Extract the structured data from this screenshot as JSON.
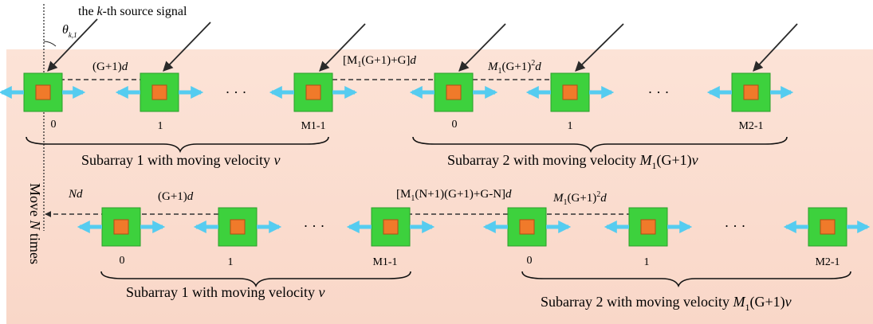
{
  "source_label": {
    "pre": "the ",
    "k": "k",
    "post": "-th source signal"
  },
  "theta": {
    "sym": "θ",
    "sub": "k,1"
  },
  "move": {
    "pre": "Move ",
    "n": "N",
    "post": " times"
  },
  "row1": {
    "labels": {
      "e0": "0",
      "e1": "1",
      "e2": "M1-1",
      "e3": "0",
      "e4": "1",
      "e5": "M2-1"
    },
    "spacing": {
      "s1": {
        "a": "(G+1)",
        "b": "d"
      },
      "s2": {
        "a": "[M",
        "b": "1",
        "c": "(G+1)+G]",
        "d": "d"
      },
      "s3": {
        "a": "M",
        "b": "1",
        "c": "(G+1)",
        "d": "2",
        "e": "d"
      }
    },
    "brace1": {
      "text": "Subarray 1 with moving velocity ",
      "v": "v"
    },
    "brace2": {
      "text": "Subarray 2 with moving velocity ",
      "m": "M",
      "sub": "1",
      "rest": "(G+1)",
      "v": "v"
    }
  },
  "row2": {
    "labels": {
      "e0": "0",
      "e1": "1",
      "e2": "M1-1",
      "e3": "0",
      "e4": "1",
      "e5": "M2-1"
    },
    "nd": "Nd",
    "spacing": {
      "s1": {
        "a": "(G+1)",
        "b": "d"
      },
      "s2": {
        "a": "[M",
        "b": "1",
        "c": "(N+1)(G+1)+G-N]",
        "d": "d"
      },
      "s3": {
        "a": "M",
        "b": "1",
        "c": "(G+1)",
        "d": "2",
        "e": "d"
      }
    },
    "brace1": {
      "text": "Subarray 1 with moving velocity ",
      "v": "v"
    },
    "brace2": {
      "text": "Subarray 2 with moving velocity ",
      "m": "M",
      "sub": "1",
      "rest": "(G+1)",
      "v": "v"
    }
  },
  "ellipsis": "· · ·",
  "colors": {
    "band": "#fbdfd2",
    "element_fill": "#3dd13d",
    "element_core": "#f07a2a",
    "velocity_arrow": "#55ccf0"
  }
}
